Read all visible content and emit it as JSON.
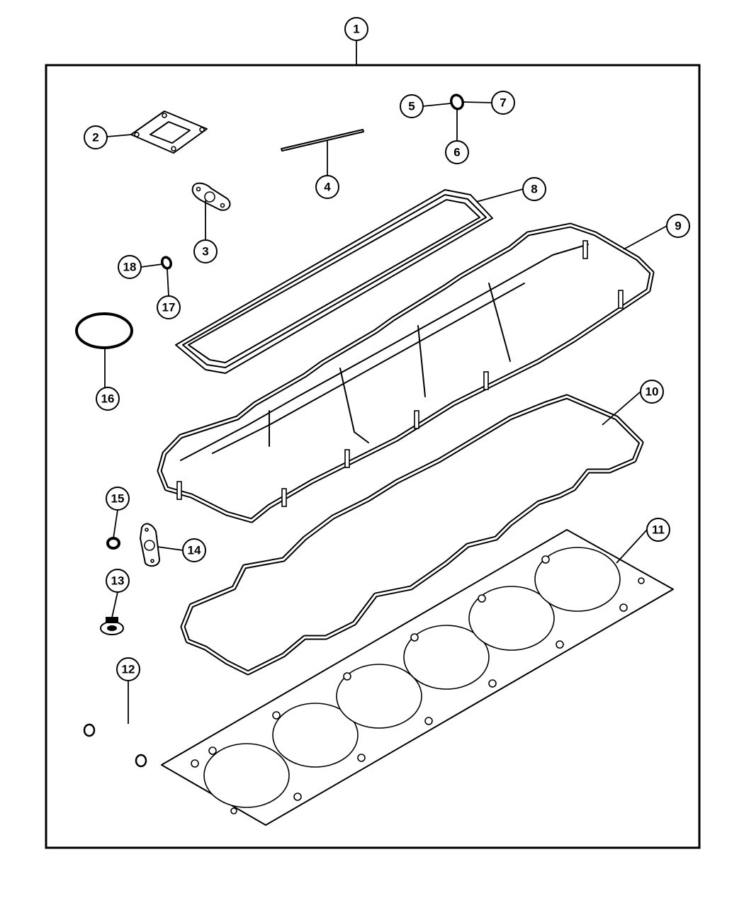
{
  "diagram": {
    "accent_color": "#000000",
    "callouts": [
      {
        "id": "1",
        "label": "1"
      },
      {
        "id": "2",
        "label": "2"
      },
      {
        "id": "3",
        "label": "3"
      },
      {
        "id": "4",
        "label": "4"
      },
      {
        "id": "5",
        "label": "5"
      },
      {
        "id": "6",
        "label": "6"
      },
      {
        "id": "7",
        "label": "7"
      },
      {
        "id": "8",
        "label": "8"
      },
      {
        "id": "9",
        "label": "9"
      },
      {
        "id": "10",
        "label": "10"
      },
      {
        "id": "11",
        "label": "11"
      },
      {
        "id": "12",
        "label": "12"
      },
      {
        "id": "13",
        "label": "13"
      },
      {
        "id": "14",
        "label": "14"
      },
      {
        "id": "15",
        "label": "15"
      },
      {
        "id": "16",
        "label": "16"
      },
      {
        "id": "17",
        "label": "17"
      },
      {
        "id": "18",
        "label": "18"
      }
    ]
  }
}
